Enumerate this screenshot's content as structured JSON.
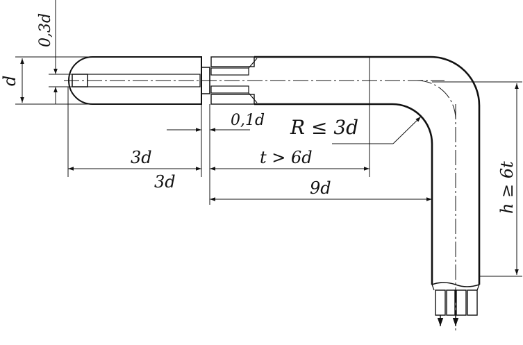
{
  "labels": {
    "dim_03d": "0,3d",
    "dim_d": "d",
    "dim_01d": "0,1d",
    "dim_R": "R ≤ 3d",
    "dim_3d_upper": "3d",
    "dim_3d_lower": "3d",
    "dim_t": "t > 6d",
    "dim_9d": "9d",
    "dim_h": "h ≥ 6t"
  },
  "colors": {
    "ink": "#111111",
    "background": "#ffffff"
  }
}
